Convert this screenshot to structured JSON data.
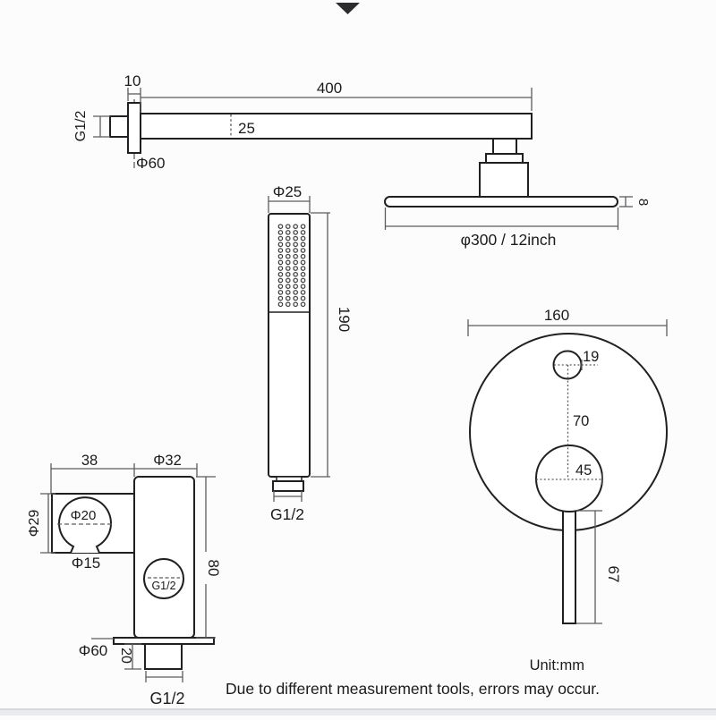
{
  "colors": {
    "line": "#202022",
    "dimension": "#5b5c5e",
    "background": "#fcfcfc",
    "footer_bar": "#e9ebee"
  },
  "header": {
    "arrow_icon": "triangle-down"
  },
  "shower_arm": {
    "flange_width": "10",
    "length": "400",
    "height": "25",
    "inlet_thread": "G1/2",
    "flange_diameter": "Φ60"
  },
  "shower_head": {
    "thickness": "8",
    "diameter": "φ300 / 12inch"
  },
  "hand_shower": {
    "diameter": "Φ25",
    "length": "190",
    "thread": "G1/2"
  },
  "mixer_valve": {
    "plate_width": "160",
    "button_diameter": "19",
    "center_spacing": "70",
    "handle_base_diameter": "45",
    "handle_length": "67"
  },
  "wall_bracket": {
    "holder_width": "38",
    "body_diameter": "Φ32",
    "holder_outer_diameter": "Φ29",
    "holder_inner_diameter": "Φ20",
    "holder_opening_width": "Φ15",
    "outlet_thread": "G1/2",
    "body_height": "80",
    "flange_diameter": "Φ60",
    "thread_length": "20",
    "inlet_thread": "G1/2"
  },
  "footer": {
    "unit_note": "Unit:mm",
    "disclaimer": "Due to different measurement tools, errors may occur."
  }
}
